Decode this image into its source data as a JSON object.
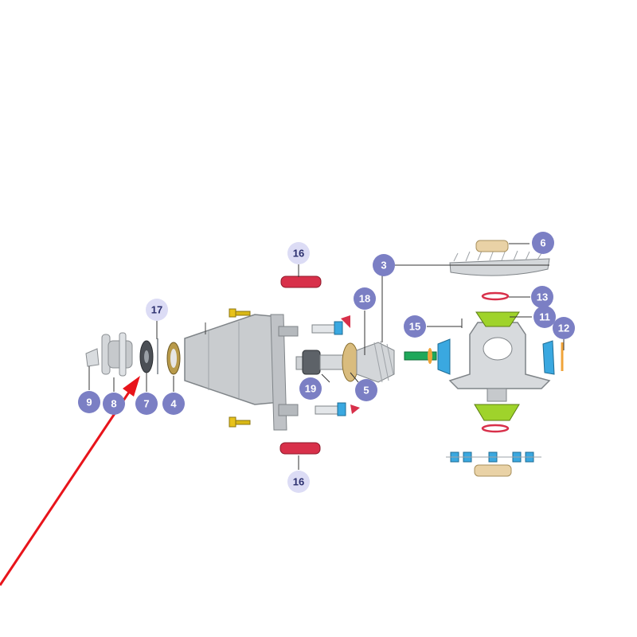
{
  "diagram": {
    "callouts": [
      {
        "label": "16",
        "style": "light"
      },
      {
        "label": "6",
        "style": "dark"
      },
      {
        "label": "3",
        "style": "dark"
      },
      {
        "label": "13",
        "style": "dark"
      },
      {
        "label": "11",
        "style": "dark"
      },
      {
        "label": "12",
        "style": "dark"
      },
      {
        "label": "18",
        "style": "dark"
      },
      {
        "label": "15",
        "style": "dark"
      },
      {
        "label": "17",
        "style": "light"
      },
      {
        "label": "19",
        "style": "dark"
      },
      {
        "label": "5",
        "style": "dark"
      },
      {
        "label": "9",
        "style": "dark"
      },
      {
        "label": "8",
        "style": "dark"
      },
      {
        "label": "7",
        "style": "dark"
      },
      {
        "label": "4",
        "style": "dark"
      },
      {
        "label": "16",
        "style": "light"
      }
    ],
    "colors": {
      "callout_dark": "#7b7fc4",
      "callout_light": "#dcdcf5",
      "arrow": "#e8141b",
      "housing": "#c9cccf",
      "red_ring": "#d8304a",
      "green_gear": "#9fd32b",
      "blue_gear": "#3aa8e0",
      "shaft_green": "#1fa85a",
      "yellow_bolt": "#e8c21a",
      "tan_bearing": "#e9d2a6"
    }
  }
}
